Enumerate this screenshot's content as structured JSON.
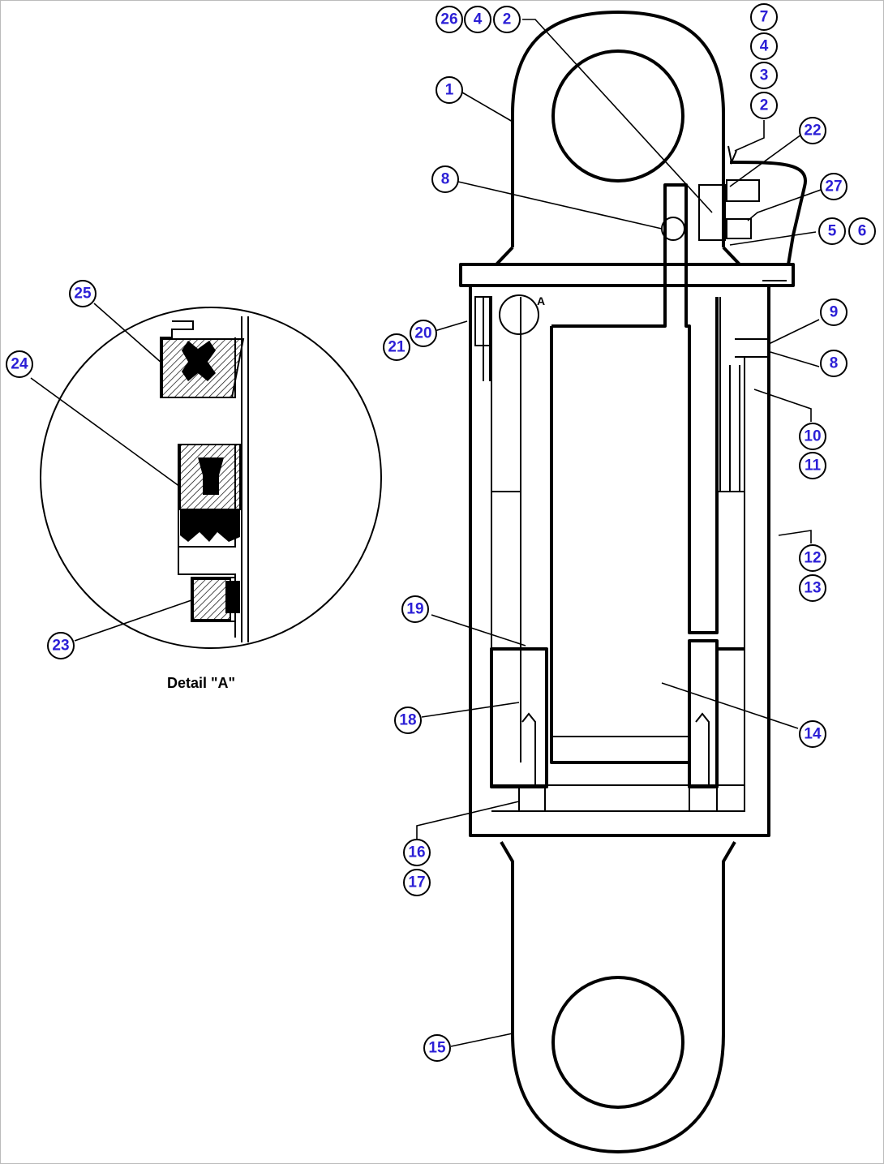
{
  "detail_caption": "Detail \"A\"",
  "detail_callout_letter": "A",
  "callouts": {
    "c26": "26",
    "c4a": "4",
    "c2a": "2",
    "c7": "7",
    "c4b": "4",
    "c3": "3",
    "c2b": "2",
    "c1": "1",
    "c22": "22",
    "c8a": "8",
    "c27": "27",
    "c5": "5",
    "c6": "6",
    "c9": "9",
    "c8b": "8",
    "c20": "20",
    "c21": "21",
    "c10": "10",
    "c11": "11",
    "c12": "12",
    "c13": "13",
    "c19": "19",
    "c18": "18",
    "c14": "14",
    "c16": "16",
    "c17": "17",
    "c15": "15",
    "c25": "25",
    "c24": "24",
    "c23": "23"
  }
}
